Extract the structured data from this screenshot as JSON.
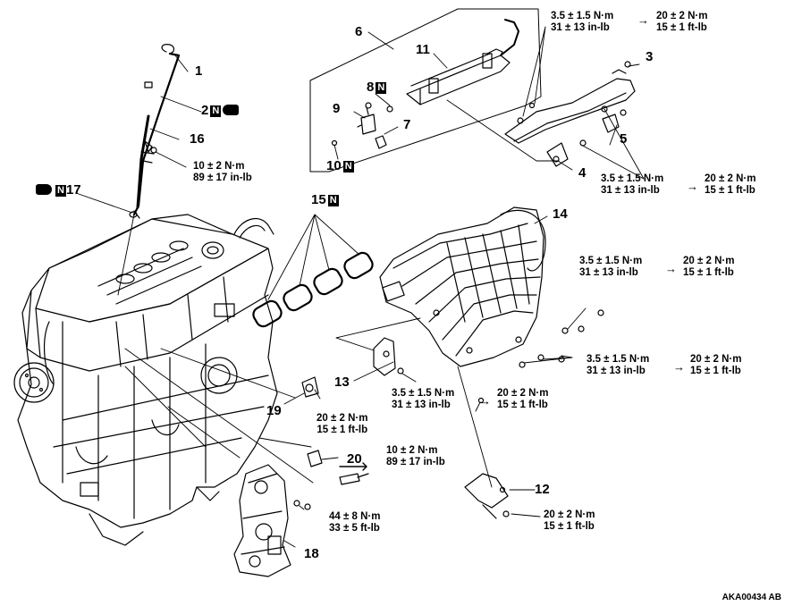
{
  "callouts": {
    "c1": "1",
    "c2": "2",
    "c3": "3",
    "c4": "4",
    "c5": "5",
    "c6": "6",
    "c7": "7",
    "c8": "8",
    "c9": "9",
    "c10": "10",
    "c11": "11",
    "c12": "12",
    "c13": "13",
    "c14": "14",
    "c15": "15",
    "c16": "16",
    "c17": "17",
    "c18": "18",
    "c19": "19",
    "c20": "20"
  },
  "new_part_mark": "N",
  "torques": {
    "t_35_nm": "3.5 ± 1.5 N·m",
    "t_35_inlb": "31 ± 13 in-lb",
    "t_20_nm": "20 ± 2 N·m",
    "t_20_ftlb": "15 ± 1 ft-lb",
    "t_10_nm": "10 ± 2 N·m",
    "t_10_inlb": "89 ± 17 in-lb",
    "t_44_nm": "44 ± 8 N·m",
    "t_44_ftlb": "33 ± 5 ft-lb"
  },
  "arrow": "→",
  "figure_code": "AKA00434 AB",
  "colors": {
    "line": "#000000",
    "background": "#ffffff"
  },
  "icons": [
    "torque-arrow-icon",
    "sealant-icon",
    "new-part-icon"
  ]
}
